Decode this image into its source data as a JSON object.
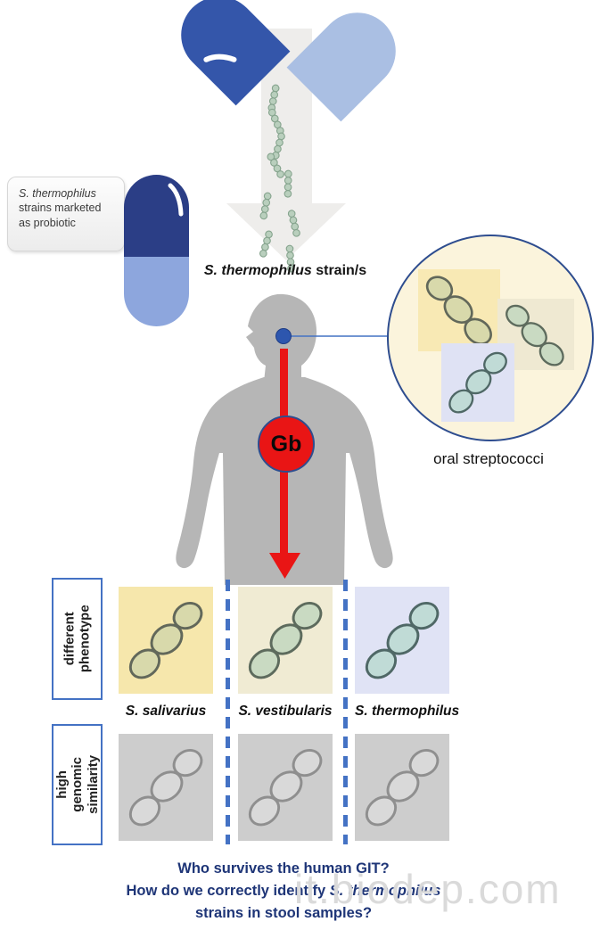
{
  "pill_note": {
    "species": "S. thermophilus",
    "line2": "strains marketed",
    "line3": "as probiotic"
  },
  "strain_caption": {
    "species": "S. thermophilus",
    "rest": " strain/s"
  },
  "oral_circle": {
    "caption": "oral streptococci"
  },
  "body_figure": {
    "gb_label": "Gb"
  },
  "comparison": {
    "row_labels": [
      {
        "label": "different phenotype"
      },
      {
        "label": "high genomic similarity"
      }
    ],
    "species": [
      {
        "name": "S. salivarius"
      },
      {
        "name": "S. vestibularis"
      },
      {
        "name": "S. thermophilus"
      }
    ]
  },
  "footer": {
    "line1": "Who survives the human GIT?",
    "line2_prefix": "How do we correctly identify ",
    "line2_species": "S. thermophilus",
    "line3": "strains in stool samples?"
  },
  "watermark": "it.biodep.com",
  "icons": {
    "open_capsule": "open-capsule-icon",
    "down_arrow": "down-arrow-icon",
    "capsule": "capsule-icon",
    "bacteria_chain": "bacteria-chain-icon",
    "human_silhouette": "human-silhouette-icon",
    "red_git_arrow": "red-git-arrow-icon"
  },
  "colors": {
    "capsule_dark_blue": "#3456aa",
    "capsule_light_blue": "#aabfe3",
    "vertical_capsule_top": "#2b3e86",
    "vertical_capsule_bottom": "#8da6dd",
    "accent_blue": "#4472c4",
    "git_red": "#e91515",
    "silhouette_gray": "#b6b6b6",
    "cell_yellow": "#f6e7ac",
    "cell_beige": "#f0ebd3",
    "cell_lavender": "#e0e3f5",
    "cell_gray": "#cdcdcd",
    "circle_bg": "#fbf4dc",
    "footer_text": "#1e3577"
  }
}
